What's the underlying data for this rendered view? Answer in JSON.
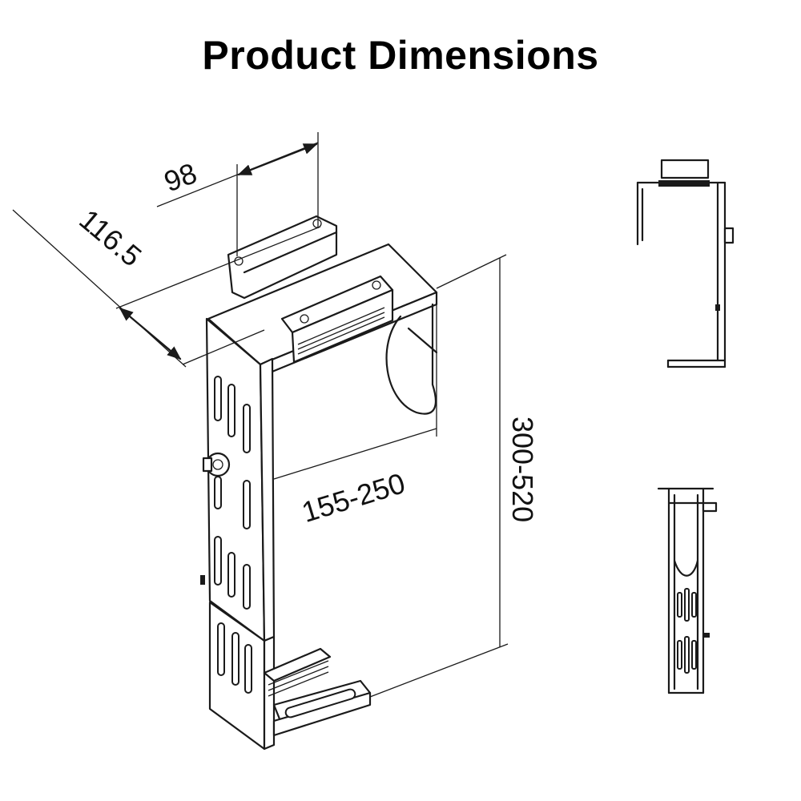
{
  "title": "Product Dimensions",
  "dimensions": {
    "depth": "116.5",
    "top_width": "98",
    "inner_width": "155-250",
    "height": "300-520"
  },
  "colors": {
    "ink": "#1a1a1a",
    "background": "#ffffff"
  }
}
